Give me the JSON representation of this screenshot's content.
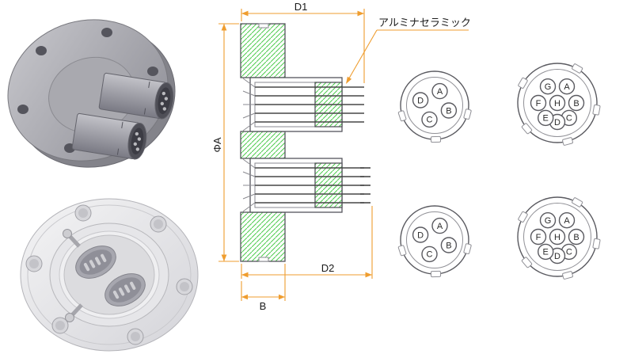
{
  "drawing": {
    "annotation_alumina_ceramic": "アルミナセラミック",
    "dimensions": {
      "d1": "D1",
      "d2": "D2",
      "b": "B",
      "phi_a": "ΦA"
    }
  },
  "connectors": {
    "four_pin": {
      "pins": [
        "A",
        "B",
        "C",
        "D"
      ]
    },
    "eight_pin": {
      "pins": [
        "A",
        "B",
        "C",
        "D",
        "E",
        "F",
        "G",
        "H"
      ]
    }
  },
  "colors": {
    "dimension_line": "#ef9d2f",
    "hatch": "#4ecb4e",
    "outline": "#55555c"
  }
}
